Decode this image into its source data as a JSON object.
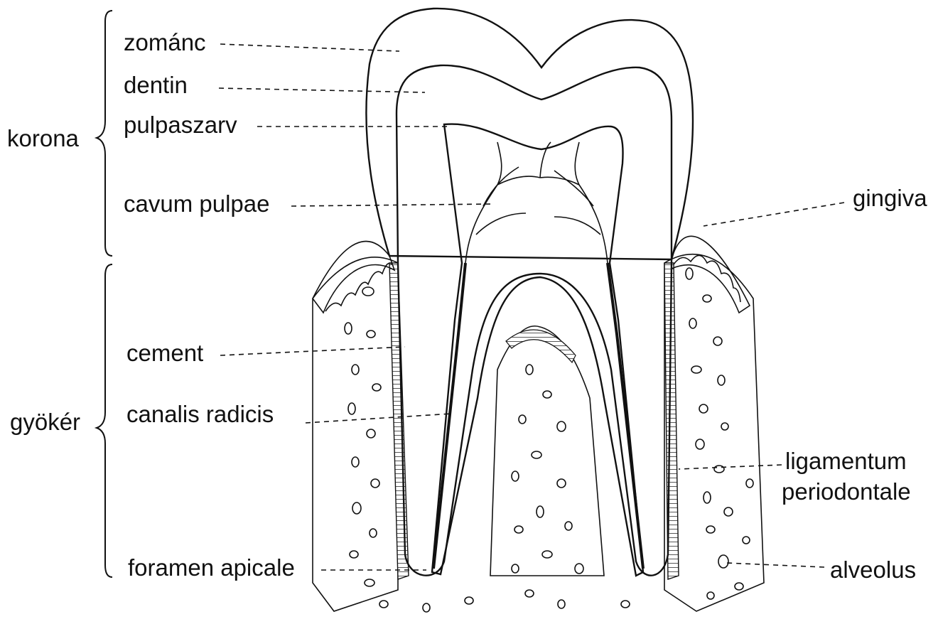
{
  "groups": {
    "crown": "korona",
    "root": "gyökér"
  },
  "labels": {
    "enamel": "zománc",
    "dentin": "dentin",
    "pulp_horn": "pulpaszarv",
    "pulp_cavity": "cavum pulpae",
    "cementum": "cement",
    "root_canal": "canalis radicis",
    "apical_foramen": "foramen apicale",
    "gingiva": "gingiva",
    "pdl_line1": "ligamentum",
    "pdl_line2": "periodontale",
    "alveolus": "alveolus"
  }
}
